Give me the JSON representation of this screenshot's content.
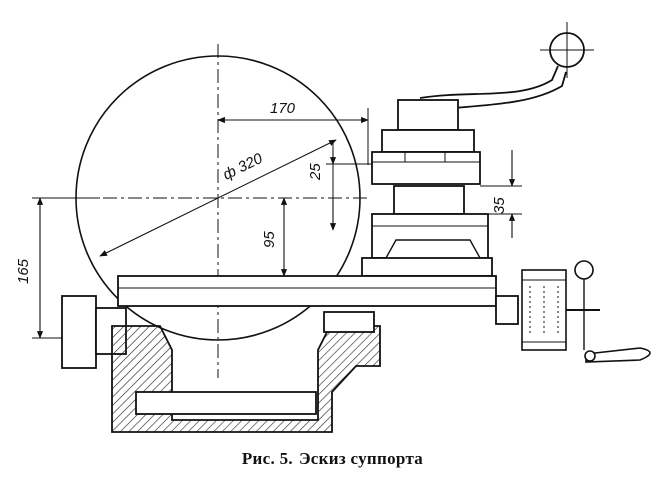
{
  "figure": {
    "caption_number": "Рис. 5.",
    "caption_title": "Эскиз суппорта"
  },
  "dimensions": {
    "width_170": "170",
    "diameter_320": "ф 320",
    "height_25": "25",
    "height_35": "35",
    "height_95": "95",
    "height_165": "165"
  }
}
